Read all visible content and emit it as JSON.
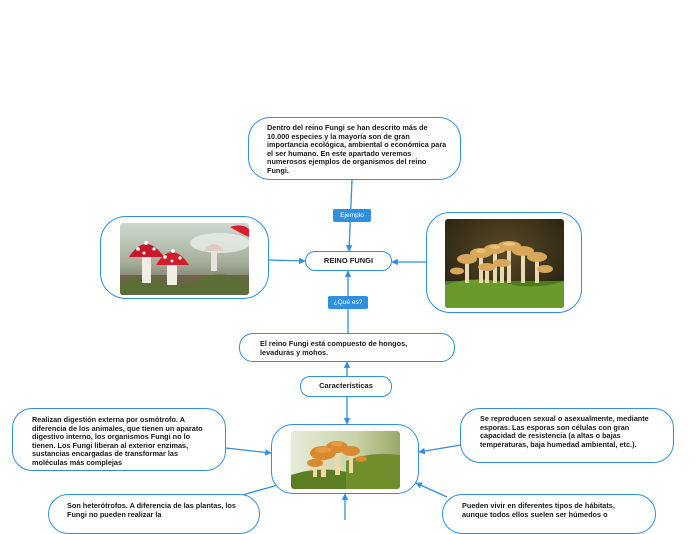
{
  "map": {
    "center": "REINO FUNGI",
    "intro": "Dentro del reino Fungi se han descrito más de 10.000 especies y la mayoría son de gran importancia ecológica, ambiental o económica para el ser humano. En este apartado veremos numerosos ejemplos de organismos del reino Fungi.",
    "link_ejemplo": "Ejemplo",
    "link_que_es": "¿Qué es?",
    "definition": "El reino Fungi está compuesto de hongos, levaduras y mohos.",
    "caracteristicas": "Características",
    "left_top": "Realizan digestión externa por osmótrofo. A diferencia de los animales, que tienen un aparato digestivo interno, los organismos Fungi no lo tienen. Los Fungi liberan al exterior enzimas, sustancias encargadas de transformar las moléculas más complejas",
    "left_bottom": "Son heterótrofos. A diferencia de las plantas, los Fungi no pueden realizar la",
    "right_top": "Se reproducen sexual o asexualmente, mediante esporas. Las esporas son células con gran capacidad de resistencia (a altas o bajas temperaturas, baja humedad ambiental, etc.).",
    "right_bottom": "Pueden vivir en diferentes tipos de hábitats, aunque todos ellos suelen ser húmedos o"
  },
  "colors": {
    "accent": "#2f8fe0",
    "background": "#ffffff",
    "text": "#1a1a1a"
  },
  "images": [
    "red-spotted-mushrooms-photo",
    "mushroom-cluster-photo",
    "orange-mushrooms-on-moss-photo"
  ]
}
